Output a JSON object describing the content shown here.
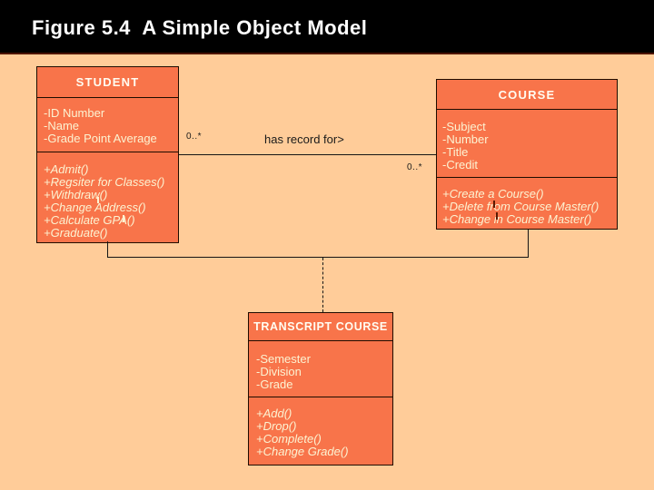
{
  "slide": {
    "title": "Figure 5.4  A Simple Object Model"
  },
  "diagram": {
    "classes": [
      {
        "name": "STUDENT",
        "attributes": [
          "-ID Number",
          "-Name",
          "-Grade Point Average"
        ],
        "methods": [
          "+Admit()",
          "+Regsiter for Classes()",
          "+Withdraw()",
          "+Change Address()",
          "+Calculate GPA()",
          "+Graduate()"
        ]
      },
      {
        "name": "COURSE",
        "attributes": [
          "-Subject",
          "-Number",
          "-Title",
          "-Credit"
        ],
        "methods": [
          "+Create a Course()",
          "+Delete from Course Master()",
          "+Change in Course Master()"
        ]
      },
      {
        "name": "TRANSCRIPT COURSE",
        "attributes": [
          "-Semester",
          "-Division",
          "-Grade"
        ],
        "methods": [
          "+Add()",
          "+Drop()",
          "+Complete()",
          "+Change Grade()"
        ]
      }
    ],
    "association": {
      "label": "has record for>",
      "student_multiplicity": "0..*",
      "course_multiplicity": "0..*"
    }
  },
  "colors": {
    "background": "#FFCC99",
    "title_bar": "#000000",
    "title_text": "#FFFFFF",
    "class_fill": "#F8744A",
    "class_border": "#1E0C00",
    "class_text": "#FCF3D2",
    "line": "#151515",
    "accent_underline": "#4D1500"
  }
}
